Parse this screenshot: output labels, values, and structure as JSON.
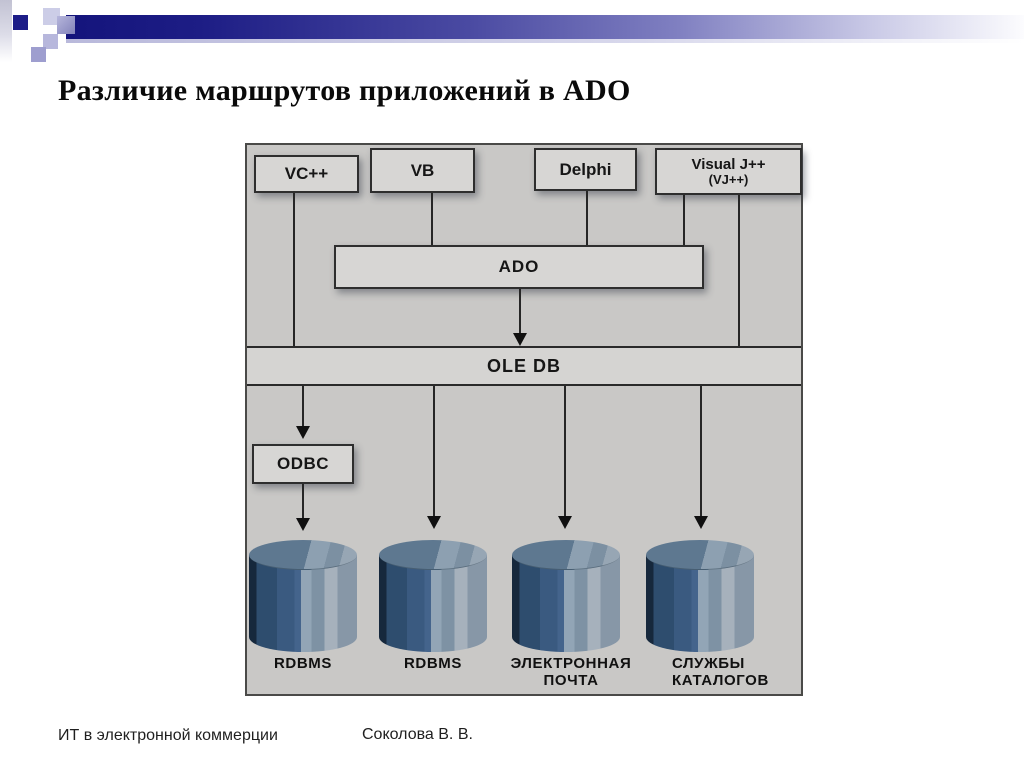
{
  "slide": {
    "title": "Различие маршрутов приложений в ADO",
    "footer_left": "ИТ в электронной коммерции",
    "footer_right": "Соколова В. В."
  },
  "diagram": {
    "top_boxes": [
      {
        "label": "VC++"
      },
      {
        "label": "VB"
      },
      {
        "label": "Delphi"
      },
      {
        "label": "Visual J++",
        "sublabel": "(VJ++)"
      }
    ],
    "middleware": {
      "ado": "ADO",
      "oledb": "OLE DB",
      "odbc": "ODBC"
    },
    "datastores": [
      {
        "label": "RDBMS",
        "label2": ""
      },
      {
        "label": "RDBMS",
        "label2": ""
      },
      {
        "label": "ЭЛЕКТРОННАЯ",
        "label2": "ПОЧТА"
      },
      {
        "label": "СЛУЖБЫ",
        "label2": "КАТАЛОГОВ"
      }
    ],
    "colors": {
      "accent_bar_navy": "#14147c",
      "deco_lavender": "#b7b7dc",
      "diagram_background": "#c9c8c6",
      "box_fill": "#d7d6d4",
      "cylinder_dark_blue": "#2e4d6e",
      "cylinder_highlight": "#92a5b6",
      "line_color": "#262626"
    }
  }
}
